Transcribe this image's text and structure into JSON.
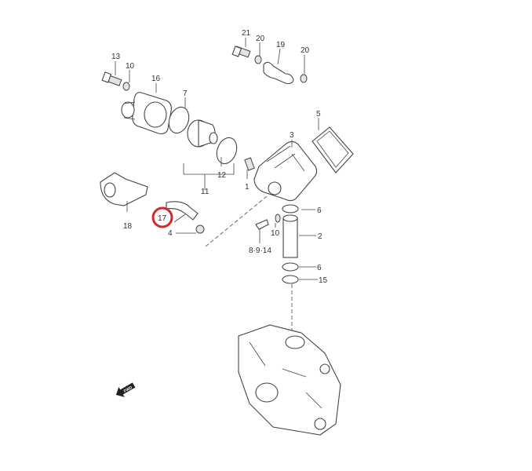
{
  "diagram": {
    "title": "Water pump / thermostat parts diagram",
    "highlight_color": "#d9262b",
    "highlighted_part": "17",
    "labels": {
      "p21": "21",
      "p20a": "20",
      "p19": "19",
      "p20b": "20",
      "p13": "13",
      "p10a": "10",
      "p16": "16",
      "p7": "7",
      "p5": "5",
      "p3": "3",
      "p12": "12",
      "p11": "11",
      "p1": "1",
      "p18": "18",
      "p17": "17",
      "p4": "4",
      "p6a": "6",
      "p10b": "10",
      "p2": "2",
      "p8914": "8·9·14",
      "p6b": "6",
      "p15": "15"
    },
    "fwd_label": "FWD"
  }
}
